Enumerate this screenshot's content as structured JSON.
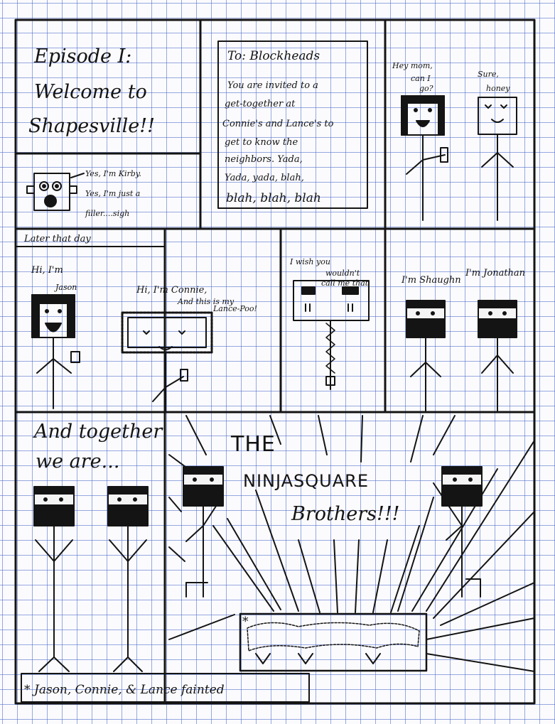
{
  "panel1": {
    "title_line1": "Episode I:",
    "title_line2": "Welcome to",
    "title_line3": "Shapesville!!"
  },
  "letter": {
    "header": "To: Blockheads",
    "lines": [
      "You are invited to a",
      "get-together at",
      "Connie's and Lance's to",
      "get to know the",
      "neighbors. Yada,",
      "Yada, yada, blah,",
      "blah, blah, blah"
    ]
  },
  "couple": {
    "husband_line1": "Hey mom,",
    "husband_line2": "can I",
    "husband_line3": "go?",
    "wife_line1": "Sure,",
    "wife_line2": "honey"
  },
  "kirby": {
    "line1": "Yes, I'm Kirby.",
    "line2": "Yes, I'm just a",
    "line3": "filler....sigh"
  },
  "caption_later": "Later that day",
  "jason": {
    "line1": "Hi, I'm",
    "line2": "Jason"
  },
  "connie": {
    "line1": "Hi, I'm Connie,",
    "line2": "And this is my",
    "line3": "Lance-Poo!"
  },
  "lance": {
    "line1": "I wish you",
    "line2": "wouldn't",
    "line3": "call me that"
  },
  "brothers": {
    "shaughn": "I'm Shaughn",
    "jonathan": "I'm Jonathan"
  },
  "together": {
    "line1": "And together",
    "line2": "we are..."
  },
  "reveal": {
    "line1": "THE",
    "line2": "NINJASQUARE",
    "line3": "Brothers!!!"
  },
  "caption_fainted": "Jason, Connie, & Lance fainted",
  "footnote_mark": "*"
}
